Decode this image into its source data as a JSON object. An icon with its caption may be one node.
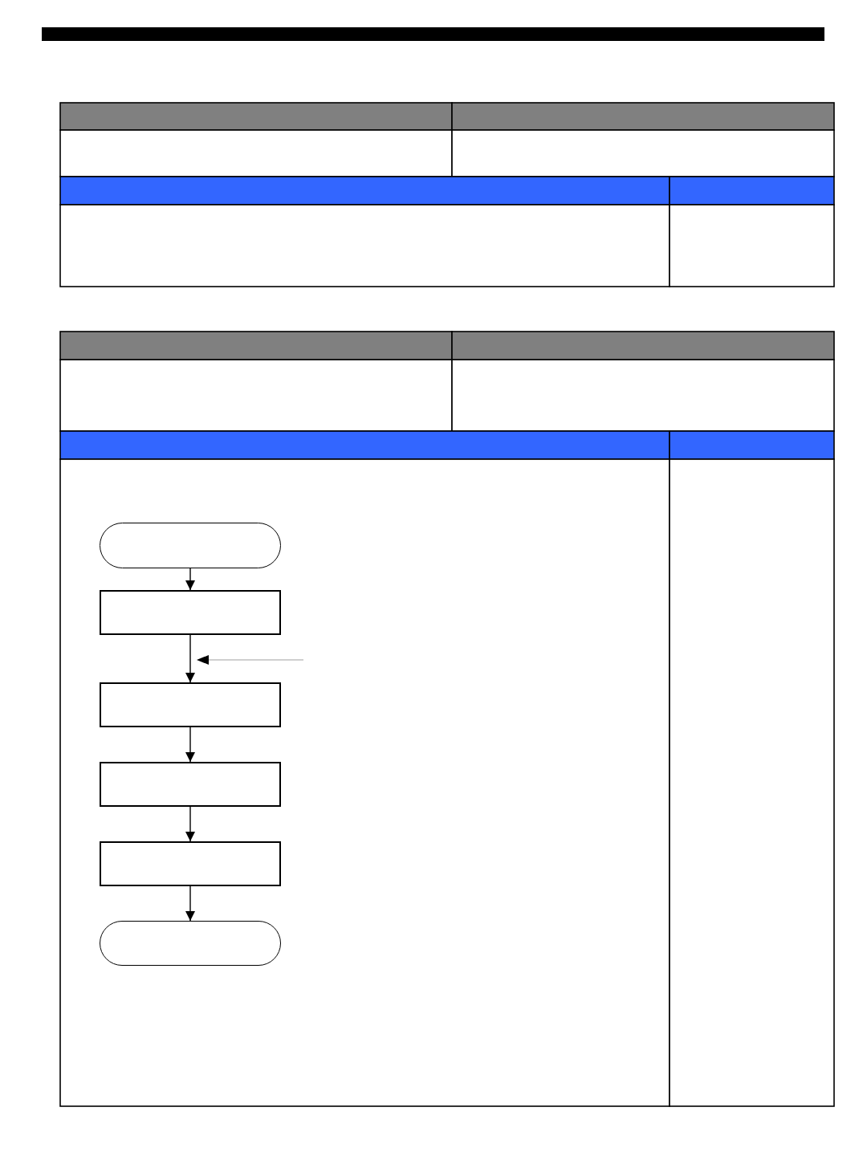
{
  "diagram": {
    "nodes": [
      {
        "text": [],
        "shape": "oval"
      },
      {
        "text": [],
        "shape": "box"
      },
      {
        "text": [],
        "shape": "box"
      },
      {
        "text": [],
        "shape": "box"
      },
      {
        "text": [],
        "shape": "box"
      },
      {
        "text": [],
        "shape": "oval"
      }
    ],
    "edges": [
      {
        "from": 0,
        "to": 1,
        "arrow": "to"
      },
      {
        "from": 1,
        "to": 2,
        "arrow": "to"
      },
      {
        "from": 2,
        "to": 3,
        "arrow": "to"
      },
      {
        "from": 3,
        "to": 4,
        "arrow": "to"
      },
      {
        "from": 4,
        "to": 5,
        "arrow": "to"
      }
    ]
  }
}
